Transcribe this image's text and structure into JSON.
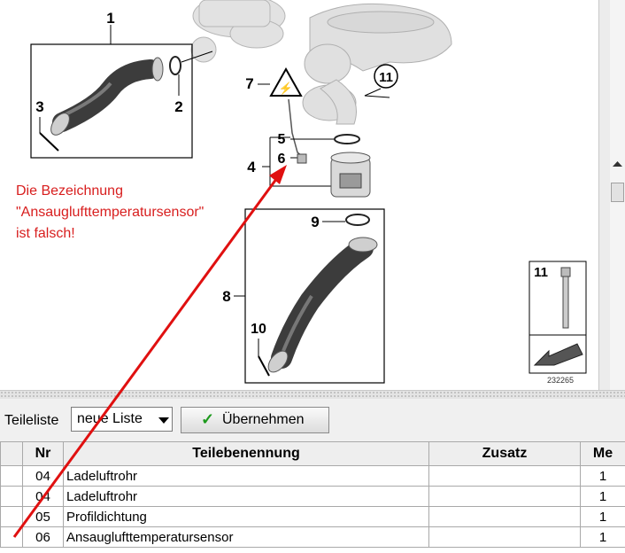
{
  "diagram": {
    "callouts": [
      "1",
      "2",
      "3",
      "4",
      "5",
      "6",
      "7",
      "8",
      "9",
      "10",
      "11"
    ],
    "inset_number": "11",
    "image_number": "232265"
  },
  "annotation": {
    "line1": "Die Bezeichnung",
    "line2": "\"Ansauglufttemperatursensor\"",
    "line3": "ist falsch!",
    "color": "#d81e1e"
  },
  "toolbar": {
    "list_label": "Teileliste",
    "list_select_value": "neue Liste",
    "apply_button_label": "Übernehmen"
  },
  "table": {
    "headers": {
      "nr": "Nr",
      "name": "Teilebenennung",
      "extra": "Zusatz",
      "qty": "Me"
    },
    "rows": [
      {
        "nr": "04",
        "name": "Ladeluftrohr",
        "extra": "",
        "qty": "1"
      },
      {
        "nr": "04",
        "name": "Ladeluftrohr",
        "extra": "",
        "qty": "1"
      },
      {
        "nr": "05",
        "name": "Profildichtung",
        "extra": "",
        "qty": "1"
      },
      {
        "nr": "06",
        "name": "Ansauglufttemperatursensor",
        "extra": "",
        "qty": "1"
      }
    ]
  }
}
